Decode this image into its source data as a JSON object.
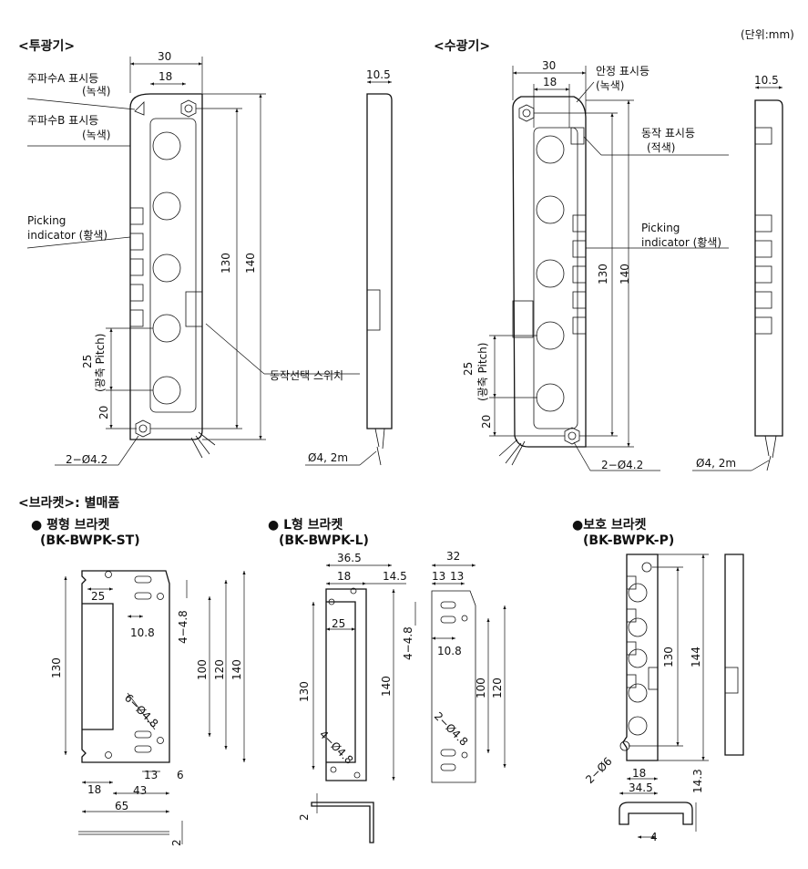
{
  "unit_note": "(단위:mm)",
  "emitter": {
    "heading": "<투광기>",
    "label_freq_a": "주파수A 표시등",
    "label_freq_a_color": "(녹색)",
    "label_freq_b": "주파수B 표시등",
    "label_freq_b_color": "(녹색)",
    "label_picking_1": "Picking",
    "label_picking_2": "indicator (황색)",
    "label_switch": "동작선택 스위치",
    "dim_width": "30",
    "dim_inner": "18",
    "dim_thickness": "10.5",
    "dim_130": "130",
    "dim_140": "140",
    "dim_pitch": "25",
    "dim_pitch_label": "(광축 Pitch)",
    "dim_20": "20",
    "dim_holes": "2−Ø4.2",
    "dim_cable": "Ø4, 2m"
  },
  "receiver": {
    "heading": "<수광기>",
    "label_stable": "안정 표시등",
    "label_stable_color": "(녹색)",
    "label_operation": "동작 표시등",
    "label_operation_color": "(적색)",
    "label_picking_1": "Picking",
    "label_picking_2": "indicator (황색)",
    "dim_width": "30",
    "dim_inner": "18",
    "dim_thickness": "10.5",
    "dim_130": "130",
    "dim_140": "140",
    "dim_pitch": "25",
    "dim_pitch_label": "(광축 Pitch)",
    "dim_20": "20",
    "dim_holes": "2−Ø4.2",
    "dim_cable": "Ø4, 2m"
  },
  "brackets": {
    "heading": "<브라켓>: 별매품",
    "flat": {
      "title": "● 평형 브라켓",
      "model": "(BK-BWPK-ST)",
      "dim_25": "25",
      "dim_10_8": "10.8",
      "dim_4_4_8": "4−4.8",
      "dim_130": "130",
      "dim_100": "100",
      "dim_120": "120",
      "dim_140": "140",
      "dim_6_4_8": "6−Ø4.8",
      "dim_13": "13",
      "dim_6": "6",
      "dim_18": "18",
      "dim_43": "43",
      "dim_65": "65",
      "dim_2": "2"
    },
    "l_type": {
      "title": "● L형 브라켓",
      "model": "(BK-BWPK-L)",
      "dim_36_5": "36.5",
      "dim_18": "18",
      "dim_14_5": "14.5",
      "dim_25": "25",
      "dim_130": "130",
      "dim_140": "140",
      "dim_4_4_8_hole": "4−Ø4.8",
      "dim_2": "2",
      "dim_32": "32",
      "dim_13a": "13",
      "dim_13b": "13",
      "dim_4_4_8": "4−4.8",
      "dim_10_8": "10.8",
      "dim_100": "100",
      "dim_120": "120",
      "dim_2_4_8": "2−Ø4.8"
    },
    "protect": {
      "title": "●보호 브라켓",
      "model": "(BK-BWPK-P)",
      "dim_130": "130",
      "dim_144": "144",
      "dim_2_6": "2−Ø6",
      "dim_18": "18",
      "dim_34_5": "34.5",
      "dim_14_3": "14.3",
      "dim_4": "4"
    }
  }
}
